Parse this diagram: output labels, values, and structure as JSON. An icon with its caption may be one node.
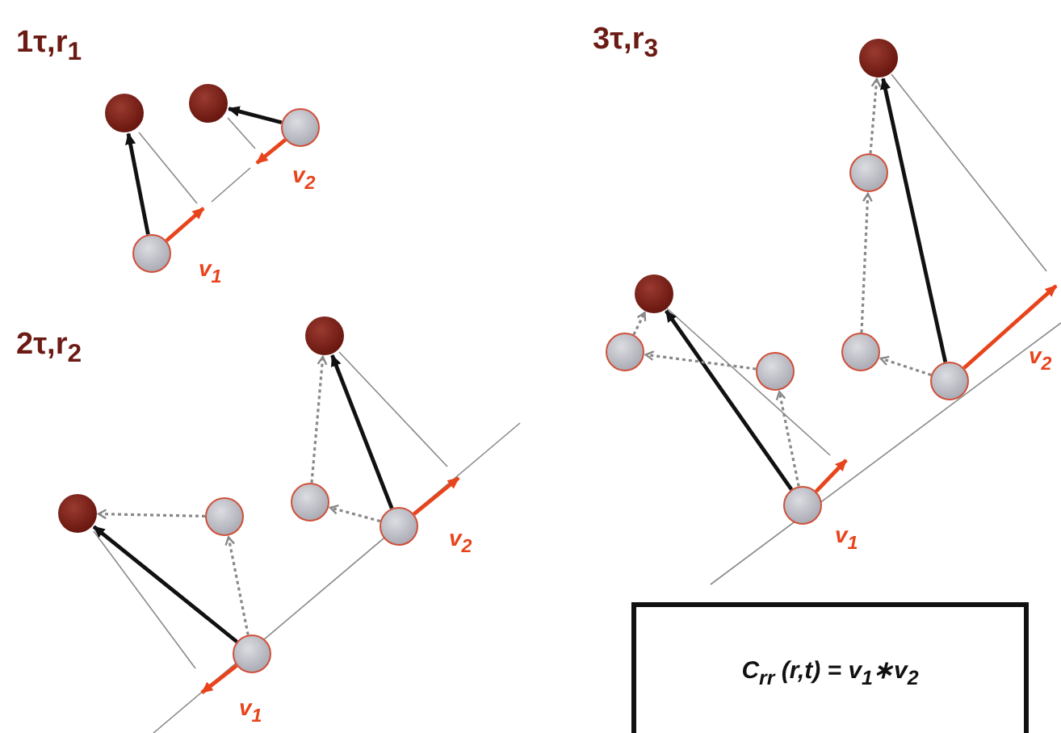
{
  "diagram": {
    "nodes": [
      {
        "text": [],
        "shape": "circle"
      },
      {
        "text": [],
        "shape": "circle"
      },
      {
        "text": [],
        "shape": "circle"
      },
      {
        "text": [],
        "shape": "circle"
      },
      {
        "text": [],
        "shape": "circle"
      },
      {
        "text": [],
        "shape": "circle"
      },
      {
        "text": [],
        "shape": "circle"
      },
      {
        "text": [],
        "shape": "circle"
      },
      {
        "text": [],
        "shape": "circle"
      },
      {
        "text": [],
        "shape": "circle"
      },
      {
        "text": [],
        "shape": "circle"
      },
      {
        "text": [],
        "shape": "circle"
      },
      {
        "text": [],
        "shape": "circle"
      },
      {
        "text": [],
        "shape": "circle"
      },
      {
        "text": [],
        "shape": "circle"
      },
      {
        "text": [],
        "shape": "circle"
      },
      {
        "text": [],
        "shape": "circle"
      },
      {
        "text": [],
        "shape": "circle"
      },
      {
        "text": [
          "C$_{rr}$ (r,t) = v$_{1}$∗v$_{2}$"
        ]
      }
    ],
    "edges": [
      {
        "from": 3,
        "to": 0,
        "arrow": "to",
        "color": "#111111"
      },
      {
        "from": 2,
        "to": 1,
        "arrow": "to",
        "color": "#111111"
      },
      {
        "from": 3,
        "to": null,
        "arrow": "to",
        "color": "#e8441c"
      },
      {
        "from": 2,
        "to": null,
        "arrow": "to",
        "color": "#e8441c"
      },
      {
        "from": 9,
        "to": 5,
        "arrow": "to",
        "color": "#111111"
      },
      {
        "from": 8,
        "to": 4,
        "arrow": "to",
        "color": "#111111"
      },
      {
        "from": 9,
        "to": null,
        "arrow": "to",
        "color": "#e8441c"
      },
      {
        "from": 8,
        "to": null,
        "arrow": "to",
        "color": "#e8441c"
      },
      {
        "from": 9,
        "to": 7,
        "arrow": "to",
        "style": "dashed",
        "color": "#888888"
      },
      {
        "from": 7,
        "to": 5,
        "arrow": "to",
        "style": "dashed",
        "color": "#888888"
      },
      {
        "from": 8,
        "to": 6,
        "arrow": "to",
        "style": "dashed",
        "color": "#888888"
      },
      {
        "from": 6,
        "to": 4,
        "arrow": "to",
        "style": "dashed",
        "color": "#888888"
      },
      {
        "from": 17,
        "to": 12,
        "arrow": "to",
        "color": "#111111"
      },
      {
        "from": 16,
        "to": 10,
        "arrow": "to",
        "color": "#111111"
      },
      {
        "from": 17,
        "to": null,
        "arrow": "to",
        "color": "#e8441c"
      },
      {
        "from": 16,
        "to": null,
        "arrow": "to",
        "color": "#e8441c"
      },
      {
        "from": 17,
        "to": 15,
        "arrow": "to",
        "style": "dashed",
        "color": "#888888"
      },
      {
        "from": 15,
        "to": 14,
        "arrow": "to",
        "style": "dashed",
        "color": "#888888"
      },
      {
        "from": 14,
        "to": 12,
        "arrow": "to",
        "style": "dashed",
        "color": "#888888"
      },
      {
        "from": 16,
        "to": 13,
        "arrow": "to",
        "style": "dashed",
        "color": "#888888"
      },
      {
        "from": 13,
        "to": 11,
        "arrow": "to",
        "style": "dashed",
        "color": "#888888"
      },
      {
        "from": 11,
        "to": 10,
        "arrow": "to",
        "style": "dashed",
        "color": "#888888"
      }
    ],
    "labels": [
      "1τ,r$_{1}$",
      "v$_{2}$",
      "v$_{1}$",
      "2τ,r$_{2}$",
      "v$_{2}$",
      "v$_{1}$",
      "3τ,r$_{3}$",
      "v$_{2}$",
      "v$_{1}$"
    ]
  }
}
